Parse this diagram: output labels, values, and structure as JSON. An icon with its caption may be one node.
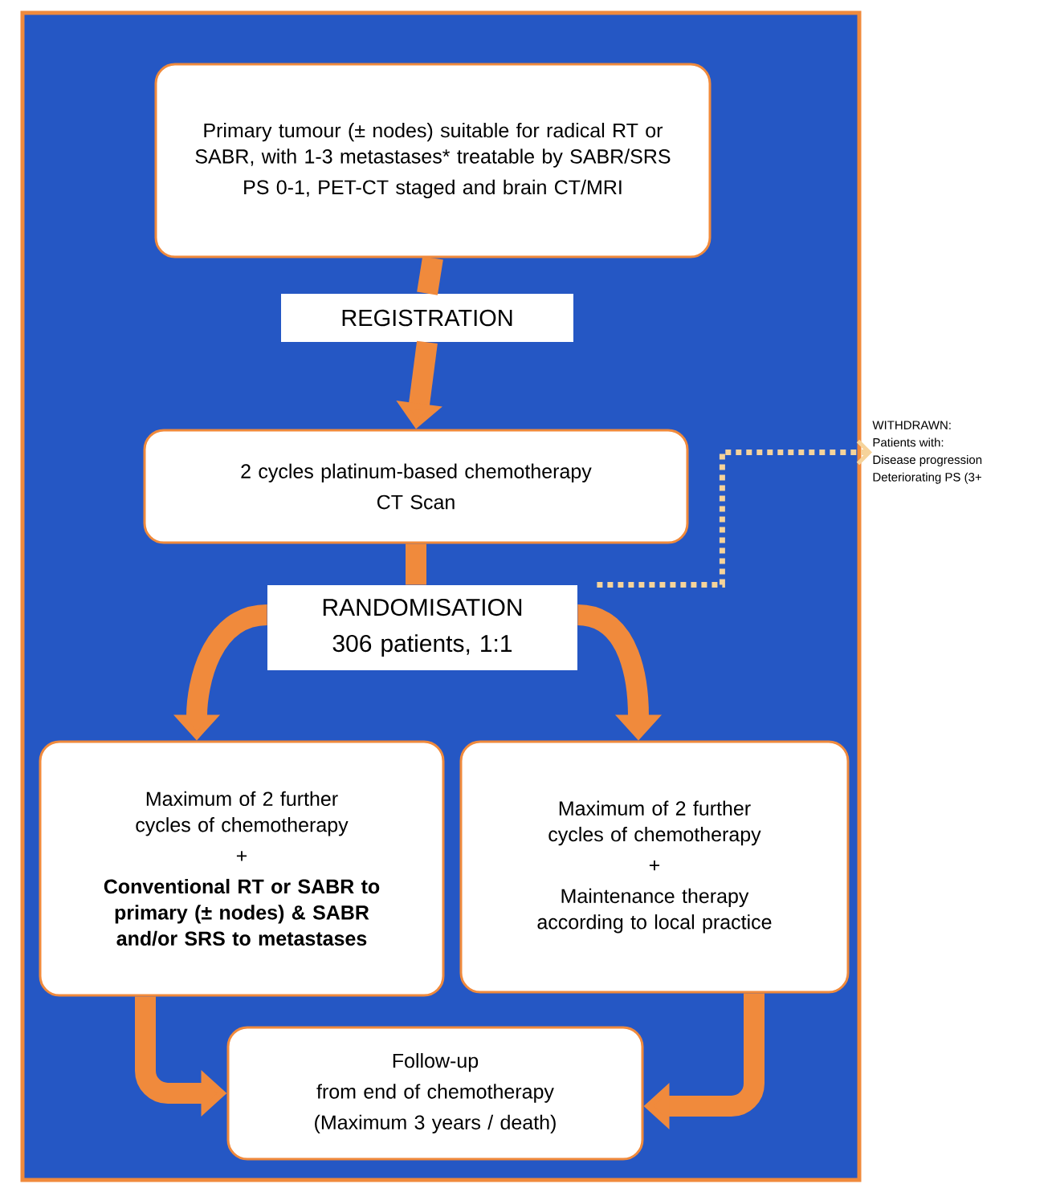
{
  "diagram": {
    "nodes": [
      {
        "text": [
          "Primary tumour (± nodes) suitable for radical RT or SABR, with 1-3 metastases* treatable by SABR/SRS",
          "PS 0-1, PET-CT staged and brain CT/MRI"
        ]
      },
      {
        "text": [
          "REGISTRATION"
        ]
      },
      {
        "text": [
          "2 cycles platinum-based chemotherapy",
          "CT Scan"
        ]
      },
      {
        "text": [
          "RANDOMISATION",
          "306 patients, 1:1"
        ]
      },
      {
        "text": [
          "Maximum of 2 further cycles of chemotherapy",
          "+",
          "Conventional RT or SABR to primary (± nodes) & SABR and/or SRS to metastases"
        ]
      },
      {
        "text": [
          "Maximum of 2 further cycles of chemotherapy",
          "+",
          "Maintenance therapy according to local practice"
        ]
      },
      {
        "text": [
          "Follow-up",
          "from end of chemotherapy",
          "(Maximum 3 years / death)"
        ]
      },
      {
        "text": [
          "WITHDRAWN:",
          "Patients with:",
          "Disease progression",
          "Deteriorating PS (3+"
        ]
      }
    ],
    "edges": [
      {
        "from": 0,
        "to": 1,
        "arrow": "none"
      },
      {
        "from": 1,
        "to": 2,
        "arrow": "to"
      },
      {
        "from": 2,
        "to": 3,
        "arrow": "none"
      },
      {
        "from": 3,
        "to": 4,
        "arrow": "to"
      },
      {
        "from": 3,
        "to": 5,
        "arrow": "to"
      },
      {
        "from": 4,
        "to": 6,
        "arrow": "to"
      },
      {
        "from": 5,
        "to": 6,
        "arrow": "to"
      },
      {
        "from": 3,
        "to": 7,
        "arrow": "to",
        "style": "dashed",
        "color": "#f6d39a"
      }
    ]
  }
}
